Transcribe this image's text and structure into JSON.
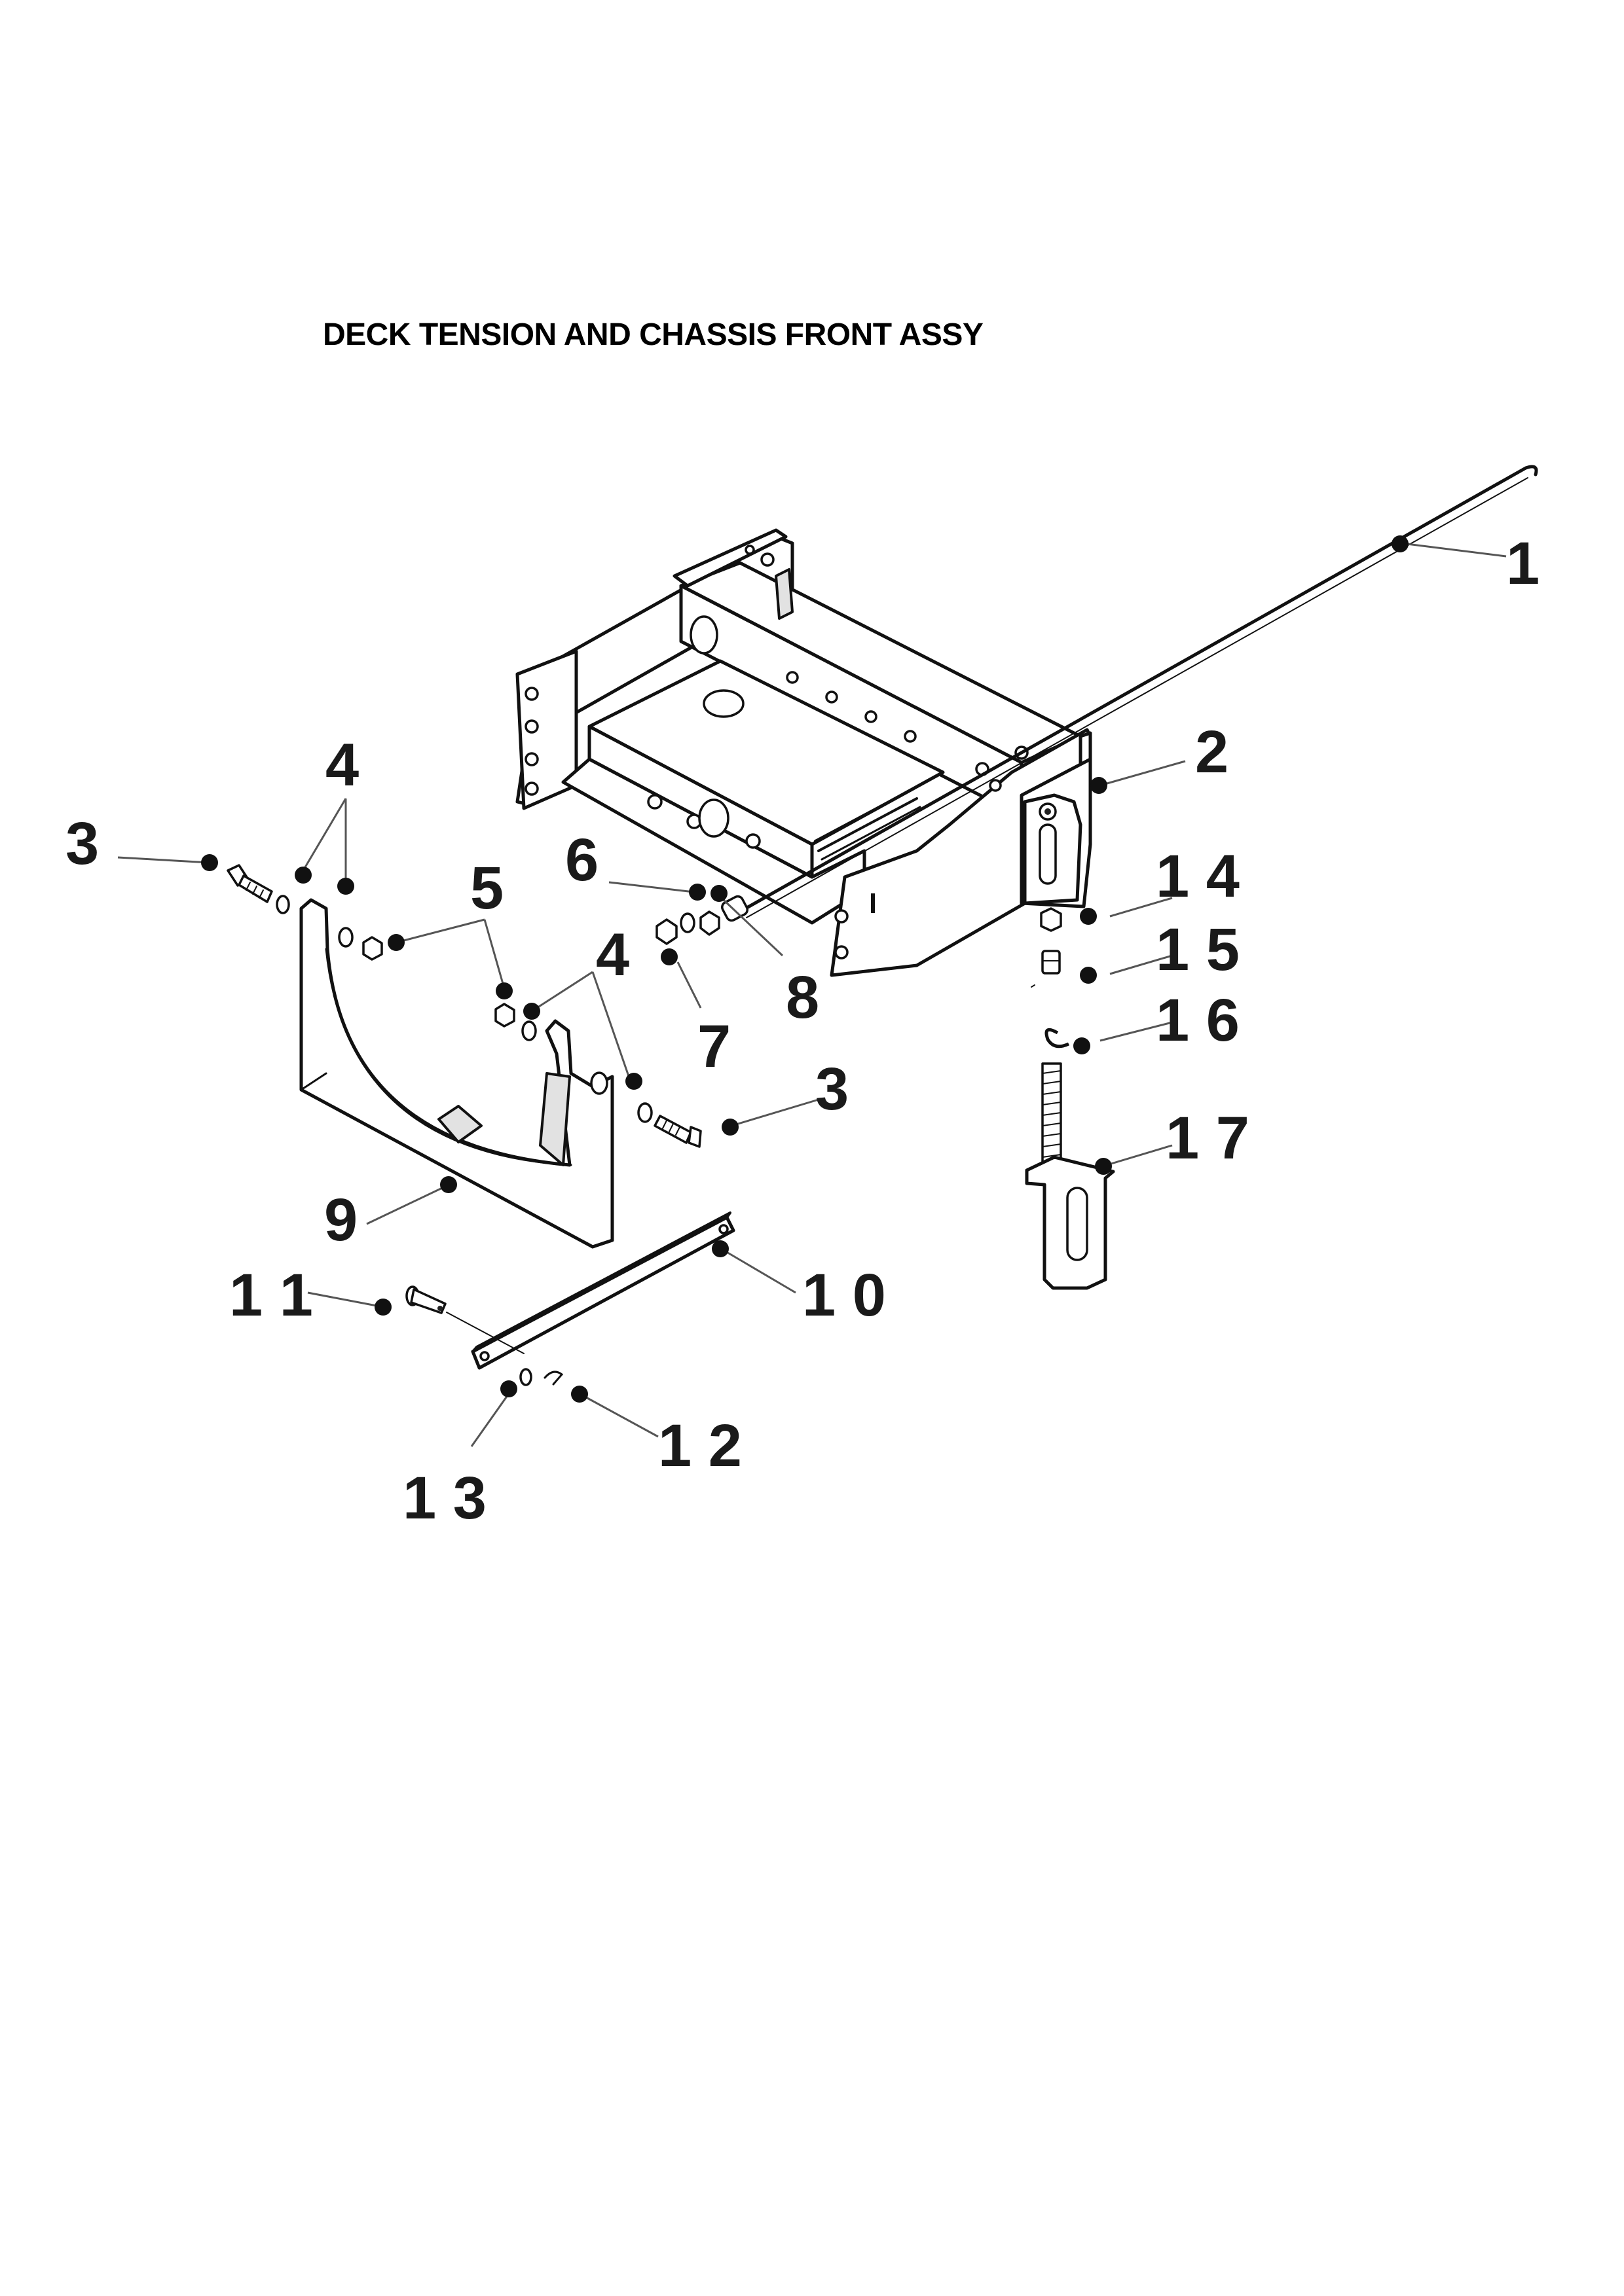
{
  "title": "DECK TENSION AND CHASSIS FRONT ASSY",
  "callouts": [
    {
      "id": "c1",
      "label": "1"
    },
    {
      "id": "c2",
      "label": "2"
    },
    {
      "id": "c3a",
      "label": "3"
    },
    {
      "id": "c3b",
      "label": "3"
    },
    {
      "id": "c4a",
      "label": "4"
    },
    {
      "id": "c4b",
      "label": "4"
    },
    {
      "id": "c5",
      "label": "5"
    },
    {
      "id": "c6",
      "label": "6"
    },
    {
      "id": "c7",
      "label": "7"
    },
    {
      "id": "c8",
      "label": "8"
    },
    {
      "id": "c9",
      "label": "9"
    },
    {
      "id": "c10",
      "label": "1 0"
    },
    {
      "id": "c11",
      "label": "1 1"
    },
    {
      "id": "c12",
      "label": "1 2"
    },
    {
      "id": "c13",
      "label": "1 3"
    },
    {
      "id": "c14",
      "label": "1 4"
    },
    {
      "id": "c15",
      "label": "1 5"
    },
    {
      "id": "c16",
      "label": "1 6"
    },
    {
      "id": "c17",
      "label": "1 7"
    }
  ]
}
